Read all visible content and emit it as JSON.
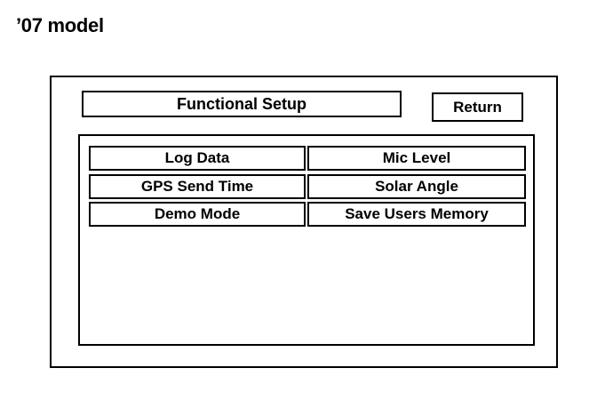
{
  "caption": "’07 model",
  "screen": {
    "title": "Functional Setup",
    "return_label": "Return",
    "menu": {
      "log_data": "Log Data",
      "mic_level": "Mic Level",
      "gps_send_time": "GPS Send Time",
      "solar_angle": "Solar Angle",
      "demo_mode": "Demo Mode",
      "save_users_memory": "Save Users Memory"
    }
  }
}
